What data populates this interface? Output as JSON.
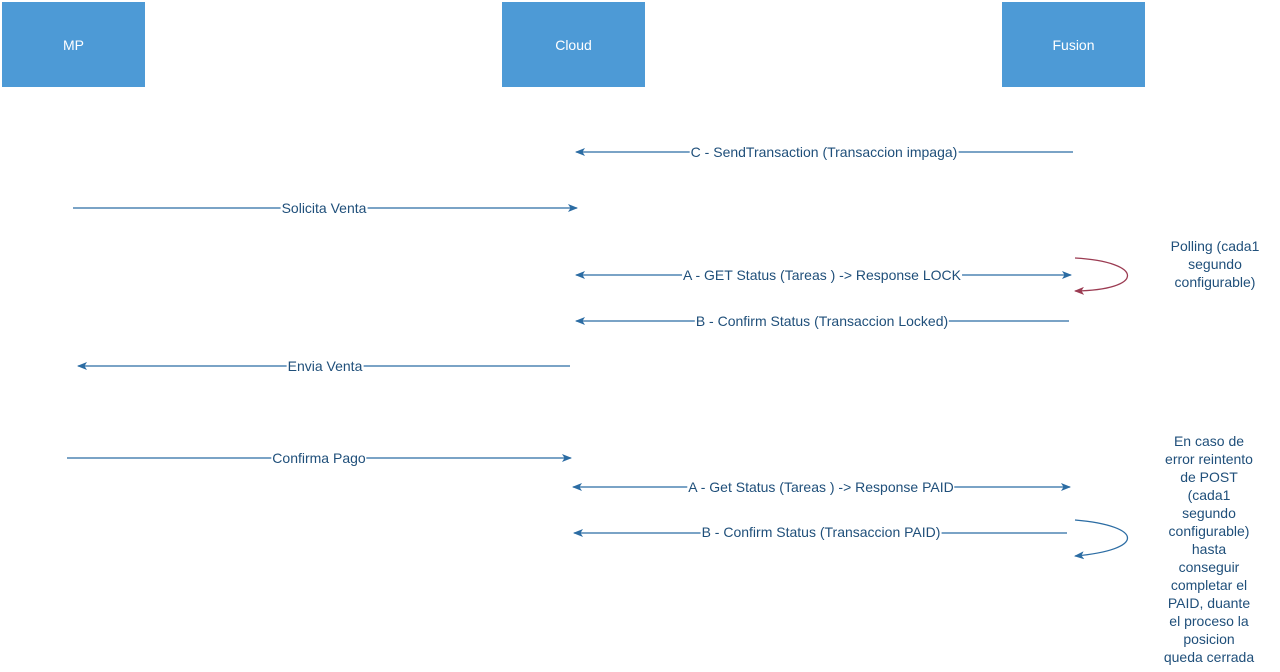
{
  "lifelines": {
    "mp": "MP",
    "cloud": "Cloud",
    "fusion": "Fusion"
  },
  "messages": {
    "send_transaction": "C - SendTransaction (Transaccion impaga)",
    "solicita_venta": "Solicita Venta",
    "get_status_lock": "A -  GET Status (Tareas )  -> Response LOCK",
    "confirm_locked": "B - Confirm Status (Transaccion Locked)",
    "envia_venta": "Envia Venta",
    "confirma_pago": "Confirma Pago",
    "get_status_paid": "A - Get Status (Tareas )  -> Response PAID",
    "confirm_paid": "B - Confirm Status (Transaccion PAID)"
  },
  "notes": {
    "polling": [
      "Polling (cada1",
      "segundo",
      "configurable)"
    ],
    "retry": [
      "En caso de",
      "error reintento",
      "de POST",
      "(cada1",
      "segundo",
      "configurable)",
      "hasta",
      "conseguir",
      "completar el",
      "PAID, duante",
      "el proceso la",
      "posicion",
      "queda cerrada"
    ]
  },
  "colors": {
    "lifeline_fill": "#4d9ad6",
    "arrow": "#2b6ca3",
    "label_text": "#1f4f7a",
    "polling_loop": "#9b3b52"
  }
}
